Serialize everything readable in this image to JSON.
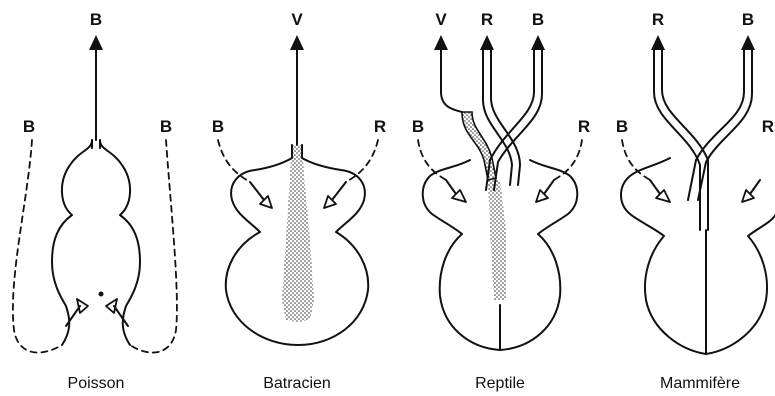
{
  "panels": [
    {
      "caption": "Poisson",
      "labels": {
        "top": "B",
        "left": "B",
        "right": "B"
      }
    },
    {
      "caption": "Batracien",
      "labels": {
        "top": "V",
        "left": "B",
        "right": "R"
      }
    },
    {
      "caption": "Reptile",
      "labels": {
        "top_left": "V",
        "top_mid": "R",
        "top_right": "B",
        "left": "B",
        "right": "R"
      }
    },
    {
      "caption": "Mammifère",
      "labels": {
        "top_left": "R",
        "top_right": "B",
        "left": "B",
        "right": "R"
      }
    }
  ],
  "colors": {
    "stroke": "#111111",
    "background": "#ffffff"
  }
}
